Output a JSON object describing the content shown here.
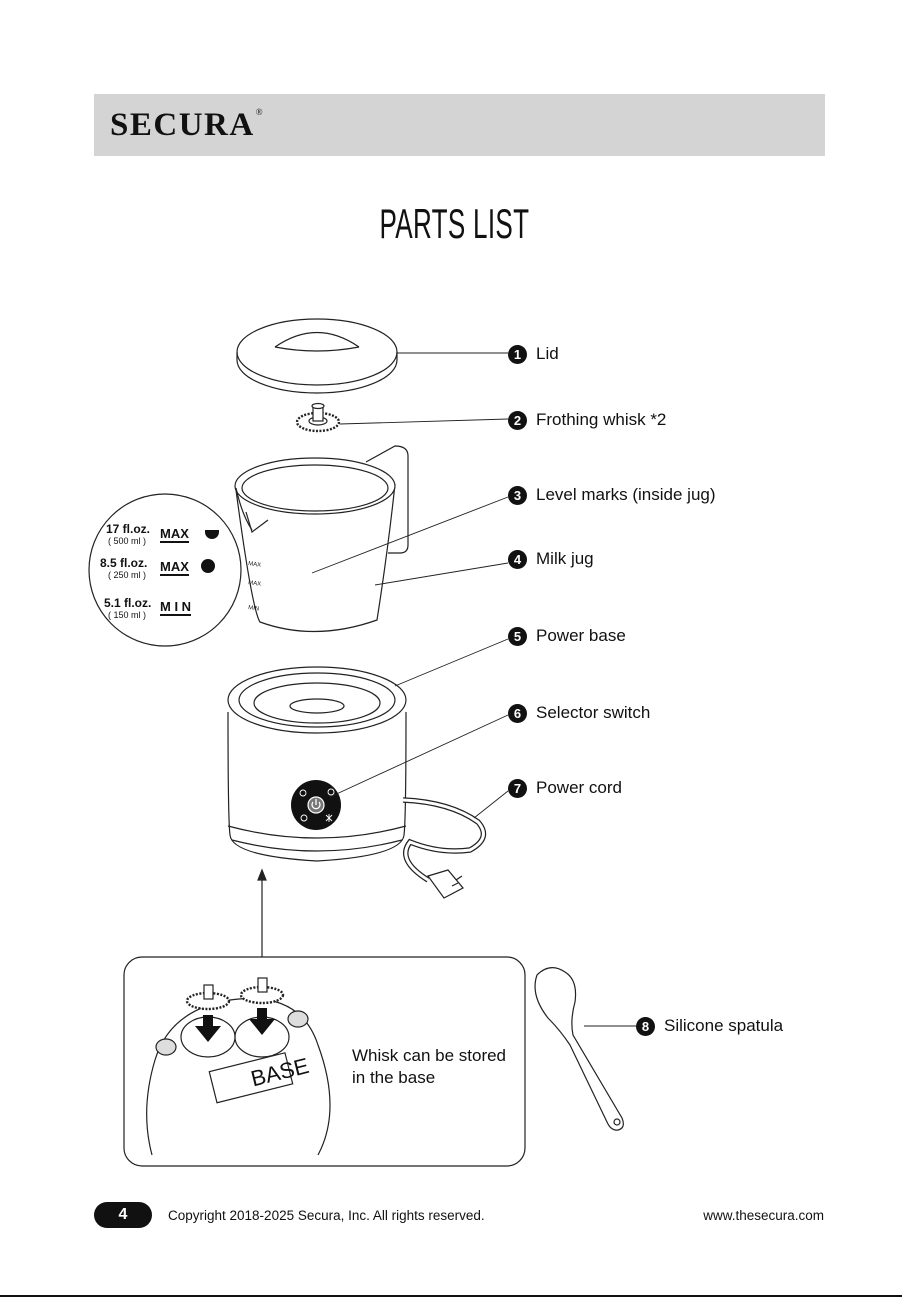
{
  "header": {
    "brand": "SECURA",
    "registered_mark": "®"
  },
  "title": "PARTS LIST",
  "parts": [
    {
      "number": "1",
      "label": "Lid"
    },
    {
      "number": "2",
      "label": "Frothing whisk *2"
    },
    {
      "number": "3",
      "label": "Level marks (inside jug)"
    },
    {
      "number": "4",
      "label": "Milk jug"
    },
    {
      "number": "5",
      "label": "Power base"
    },
    {
      "number": "6",
      "label": "Selector switch"
    },
    {
      "number": "7",
      "label": "Power cord"
    },
    {
      "number": "8",
      "label": "Silicone spatula"
    }
  ],
  "level_marks": [
    {
      "oz": "17 fl.oz.",
      "ml": "( 500 ml )",
      "mark": "MAX",
      "icon": "cup-icon"
    },
    {
      "oz": "8.5 fl.oz.",
      "ml": "( 250 ml )",
      "mark": "MAX",
      "icon": "foam-cup-icon"
    },
    {
      "oz": "5.1 fl.oz.",
      "ml": "( 150 ml )",
      "mark": "M I N",
      "icon": ""
    }
  ],
  "base_inset": {
    "plate_label": "BASE",
    "note_line1": "Whisk can be stored",
    "note_line2": "in the base"
  },
  "footer": {
    "page_number": "4",
    "copyright": "Copyright 2018-2025 Secura, Inc. All rights reserved.",
    "website": "www.thesecura.com"
  }
}
